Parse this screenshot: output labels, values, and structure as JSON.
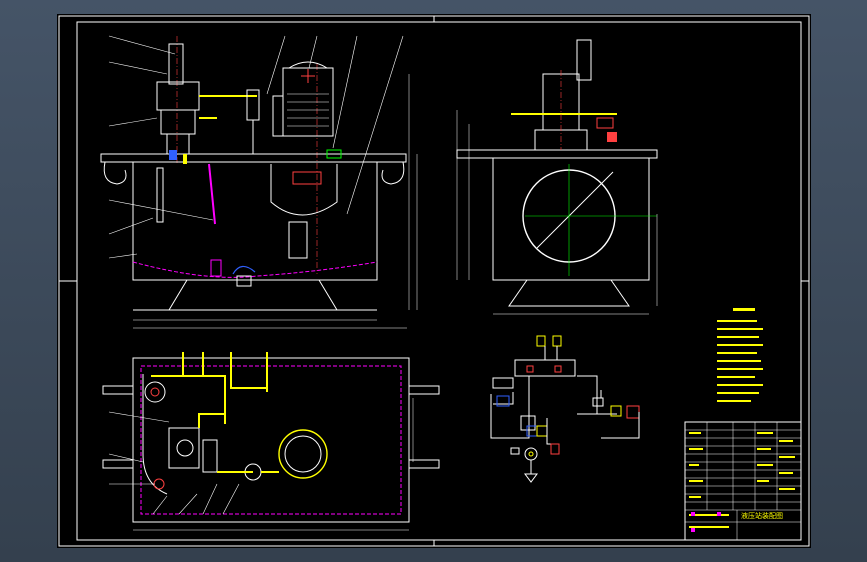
{
  "drawing": {
    "title_cn": "液压站装配图",
    "subtitle_cn": "技术要求",
    "notes_heading": "技术要求",
    "colors": {
      "background": "#000000",
      "frame": "#ffffff",
      "outline": "#ffffff",
      "yellow": "#ffff00",
      "magenta": "#ff00ff",
      "cyan": "#00ffff",
      "red": "#ff0000",
      "blue": "#3060ff",
      "green": "#00ff00"
    }
  }
}
